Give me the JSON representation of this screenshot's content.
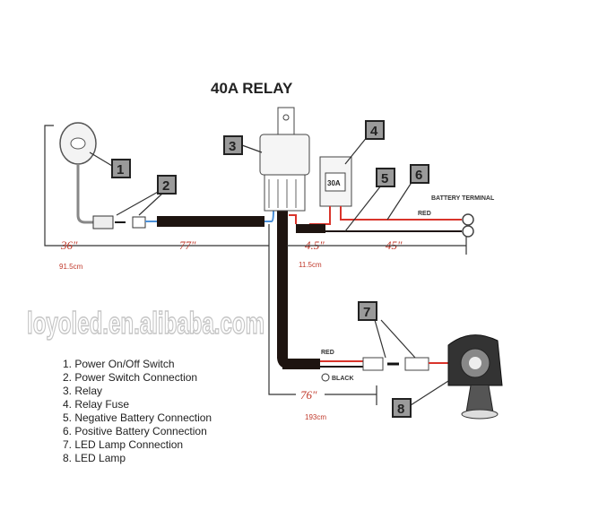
{
  "title": "40A RELAY",
  "fuse_label": "30A",
  "battery_terminal": "BATTERY TERMINAL",
  "wire_labels": {
    "red_top": "RED",
    "red_bottom": "RED",
    "black_bottom": "BLACK"
  },
  "callouts": [
    "1",
    "2",
    "3",
    "4",
    "5",
    "6",
    "7",
    "8"
  ],
  "measurements": {
    "left": {
      "inches": "36\"",
      "cm": "91.5cm"
    },
    "middle": {
      "inches": "77\""
    },
    "relay_branch": {
      "inches": "4.5\"",
      "cm": "11.5cm"
    },
    "battery": {
      "inches": "45\""
    },
    "lamp": {
      "inches": "76\"",
      "cm": "193cm"
    }
  },
  "legend": [
    "1. Power On/Off Switch",
    "2. Power Switch Connection",
    "3. Relay",
    "4. Relay Fuse",
    "5. Negative Battery Connection",
    "6. Positive Battery Connection",
    "7. LED Lamp Connection",
    "8. LED Lamp"
  ],
  "watermark": "loyoled.en.alibaba.com",
  "colors": {
    "red_wire": "#d9342b",
    "black_wire": "#1e1410",
    "blue_wire": "#4a8fd8",
    "callout_fill": "#9a9a9a"
  }
}
